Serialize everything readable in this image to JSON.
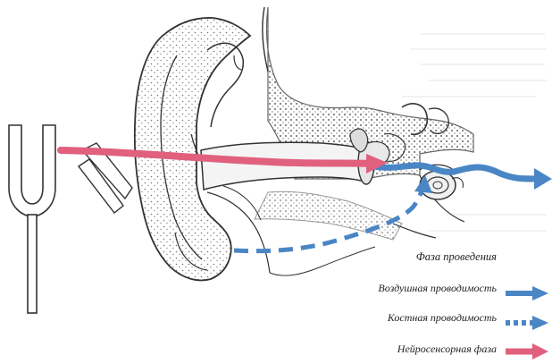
{
  "diagram": {
    "title": "Фаза проведения",
    "legend": [
      {
        "label": "Воздушная проводимость",
        "style": "solid",
        "color": "#4a86c5"
      },
      {
        "label": "Костная проводимость",
        "style": "dashed",
        "color": "#4a86c5"
      },
      {
        "label": "Нейросенсорная фаза",
        "style": "solid",
        "color": "#e0607e"
      }
    ],
    "colors": {
      "air_conduction": "#4a86c5",
      "bone_conduction": "#4a86c5",
      "neurosensory": "#e0607e",
      "line_art": "#333333",
      "bone_fill": "#c9c9c9"
    }
  }
}
